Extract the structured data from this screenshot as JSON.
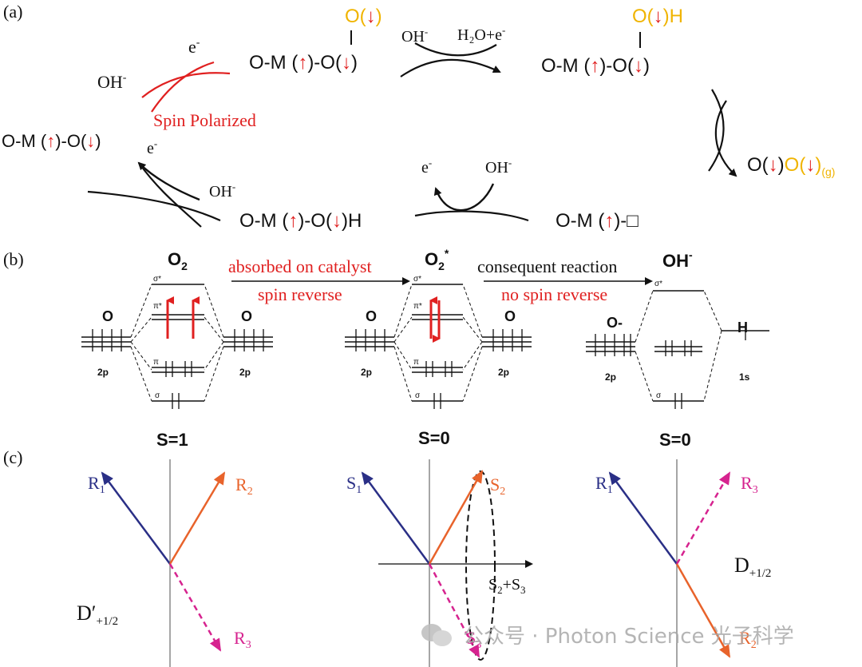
{
  "panel_labels": {
    "a": "(a)",
    "b": "(b)",
    "c": "(c)"
  },
  "a": {
    "left_species": {
      "base": "O-M (",
      "up": "↑",
      "mid": ")-O(",
      "down": "↓",
      "end": ")"
    },
    "oh_spin": "OH",
    "minus": "-",
    "e": "e",
    "spin_polarized": "Spin Polarized",
    "intermediate_1": {
      "top": "O(",
      "top_arrow": "↓",
      "top_end": ")",
      "base": "O-M (",
      "up": "↑",
      "mid": ")-O(",
      "down": "↓",
      "end": ")"
    },
    "step2_reactant": "OH",
    "step2_product": "H₂O+e",
    "intermediate_2": {
      "top": "O(",
      "top_arrow": "↓",
      "top_end": ")H",
      "base": "O-M (",
      "up": "↑",
      "mid": ")-O(",
      "down": "↓",
      "end": ")"
    },
    "gas_product": {
      "p1": "O(",
      "a1": "↓",
      "p2": ")",
      "p3": "O(",
      "a2": "↓",
      "p4": ")",
      "sub": "(g)"
    },
    "vacancy_species": {
      "base": "O-M (",
      "up": "↑",
      "end": ")-□"
    },
    "step4_reactant": "OH",
    "step4_product": "e",
    "intermediate_4": {
      "base": "O-M (",
      "up": "↑",
      "mid": ")-O(",
      "down": "↓",
      "end": ")H"
    },
    "step5_reactant": "OH",
    "step5_product": "e"
  },
  "b": {
    "o2_title": "O",
    "o2_sub": "2",
    "o2star_title": "O",
    "o2star_sub": "2",
    "o2star_sup": "*",
    "ohm_title": "OH",
    "ohm_sup": "-",
    "arrow1_top": "absorbed on catalyst",
    "arrow1_bottom": "spin reverse",
    "arrow2_top": "consequent reaction",
    "arrow2_bottom": "no spin reverse",
    "atom_o": "O",
    "atom_ominus": "O",
    "atom_h": "H",
    "orb_2p": "2p",
    "orb_1s": "1s",
    "sigma_star": "σ*",
    "pi_star": "π*",
    "pi": "π",
    "sigma": "σ",
    "spin_s1": "S=1",
    "spin_s0a": "S=0",
    "spin_s0b": "S=0"
  },
  "c": {
    "R1": "R",
    "R1_sub": "1",
    "R2": "R",
    "R2_sub": "2",
    "R3": "R",
    "R3_sub": "3",
    "S1": "S",
    "S1_sub": "1",
    "S2": "S",
    "S2_sub": "2",
    "S3": "S",
    "S3_sub": "3",
    "S23": "S",
    "S23_sub1": "2",
    "S23_plus": "+S",
    "S23_sub2": "3",
    "D_prime": "D′",
    "D_prime_sub": "+1/2",
    "D": "D",
    "D_sub": "+1/2",
    "R1b": "R",
    "R1b_sub": "1",
    "R3b": "R",
    "R3b_sub": "3",
    "R2b": "R",
    "R2b_sub": "2"
  },
  "watermark": "公众号 · Photon Science 光子科学",
  "colors": {
    "red": "#e02020",
    "yellow": "#f0b400",
    "blue": "#2a2f86",
    "orange": "#e8632b",
    "magenta": "#d6238f",
    "black": "#111111",
    "grey": "#888888"
  }
}
